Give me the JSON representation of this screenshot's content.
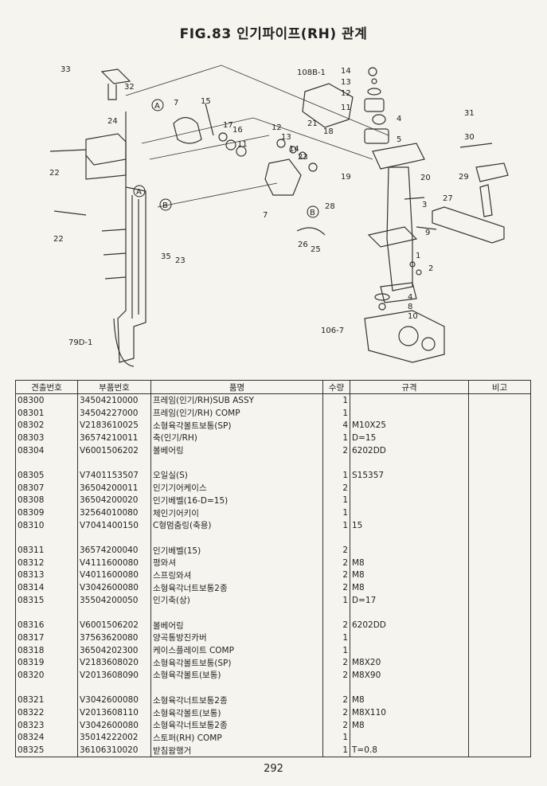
{
  "title": "FIG.83 인기파이프(RH) 관계",
  "diagram_labels": [
    "33",
    "32",
    "7",
    "15",
    "17",
    "16",
    "11",
    "12",
    "13",
    "14",
    "23",
    "24",
    "22",
    "22",
    "35",
    "23",
    "79D-1",
    "108B-1",
    "14",
    "13",
    "12",
    "11",
    "4",
    "5",
    "21",
    "18",
    "19",
    "20",
    "3",
    "28",
    "26",
    "25",
    "27",
    "29",
    "30",
    "31",
    "9",
    "1",
    "2",
    "4",
    "8",
    "10",
    "106-7",
    "7",
    "A",
    "A",
    "B",
    "B"
  ],
  "table": {
    "headers": [
      "견출번호",
      "부품번호",
      "품명",
      "수량",
      "규격",
      "비고"
    ],
    "rows": [
      [
        "08300",
        "34504210000",
        "프레임(인기/RH)SUB ASSY",
        "1",
        "",
        ""
      ],
      [
        "08301",
        "34504227000",
        "프레임(인기/RH) COMP",
        "1",
        "",
        ""
      ],
      [
        "08302",
        "V2183610025",
        "소형육각볼트보통(SP)",
        "4",
        "M10X25",
        ""
      ],
      [
        "08303",
        "36574210011",
        "축(인기/RH)",
        "1",
        "D=15",
        ""
      ],
      [
        "08304",
        "V6001506202",
        "볼베어링",
        "2",
        "6202DD",
        ""
      ],
      [
        "",
        "",
        "",
        "",
        "",
        ""
      ],
      [
        "08305",
        "V7401153507",
        "오일실(S)",
        "1",
        "S15357",
        ""
      ],
      [
        "08307",
        "36504200011",
        "인기기어케이스",
        "2",
        "",
        ""
      ],
      [
        "08308",
        "36504200020",
        "인기베벨(16-D=15)",
        "1",
        "",
        ""
      ],
      [
        "08309",
        "32564010080",
        "체인기어키이",
        "1",
        "",
        ""
      ],
      [
        "08310",
        "V7041400150",
        "C형멈춤링(축용)",
        "1",
        "15",
        ""
      ],
      [
        "",
        "",
        "",
        "",
        "",
        ""
      ],
      [
        "08311",
        "36574200040",
        "인기베벨(15)",
        "2",
        "",
        ""
      ],
      [
        "08312",
        "V4111600080",
        "평와셔",
        "2",
        "M8",
        ""
      ],
      [
        "08313",
        "V4011600080",
        "스프링와셔",
        "2",
        "M8",
        ""
      ],
      [
        "08314",
        "V3042600080",
        "소형육각너트보통2종",
        "2",
        "M8",
        ""
      ],
      [
        "08315",
        "35504200050",
        "인기축(상)",
        "1",
        "D=17",
        ""
      ],
      [
        "",
        "",
        "",
        "",
        "",
        ""
      ],
      [
        "08316",
        "V6001506202",
        "볼베어링",
        "2",
        "6202DD",
        ""
      ],
      [
        "08317",
        "37563620080",
        "양곡통방진카버",
        "1",
        "",
        ""
      ],
      [
        "08318",
        "36504202300",
        "케이스플레이트 COMP",
        "1",
        "",
        ""
      ],
      [
        "08319",
        "V2183608020",
        "소형육각볼트보통(SP)",
        "2",
        "M8X20",
        ""
      ],
      [
        "08320",
        "V2013608090",
        "소형육각볼트(보통)",
        "2",
        "M8X90",
        ""
      ],
      [
        "",
        "",
        "",
        "",
        "",
        ""
      ],
      [
        "08321",
        "V3042600080",
        "소형육각너트보통2종",
        "2",
        "M8",
        ""
      ],
      [
        "08322",
        "V2013608110",
        "소형육각볼트(보통)",
        "2",
        "M8X110",
        ""
      ],
      [
        "08323",
        "V3042600080",
        "소형육각너트보통2종",
        "2",
        "M8",
        ""
      ],
      [
        "08324",
        "35014222002",
        "스토퍼(RH) COMP",
        "1",
        "",
        ""
      ],
      [
        "08325",
        "36106310020",
        "받침왐행거",
        "1",
        "T=0.8",
        ""
      ]
    ]
  },
  "page_number": "292"
}
